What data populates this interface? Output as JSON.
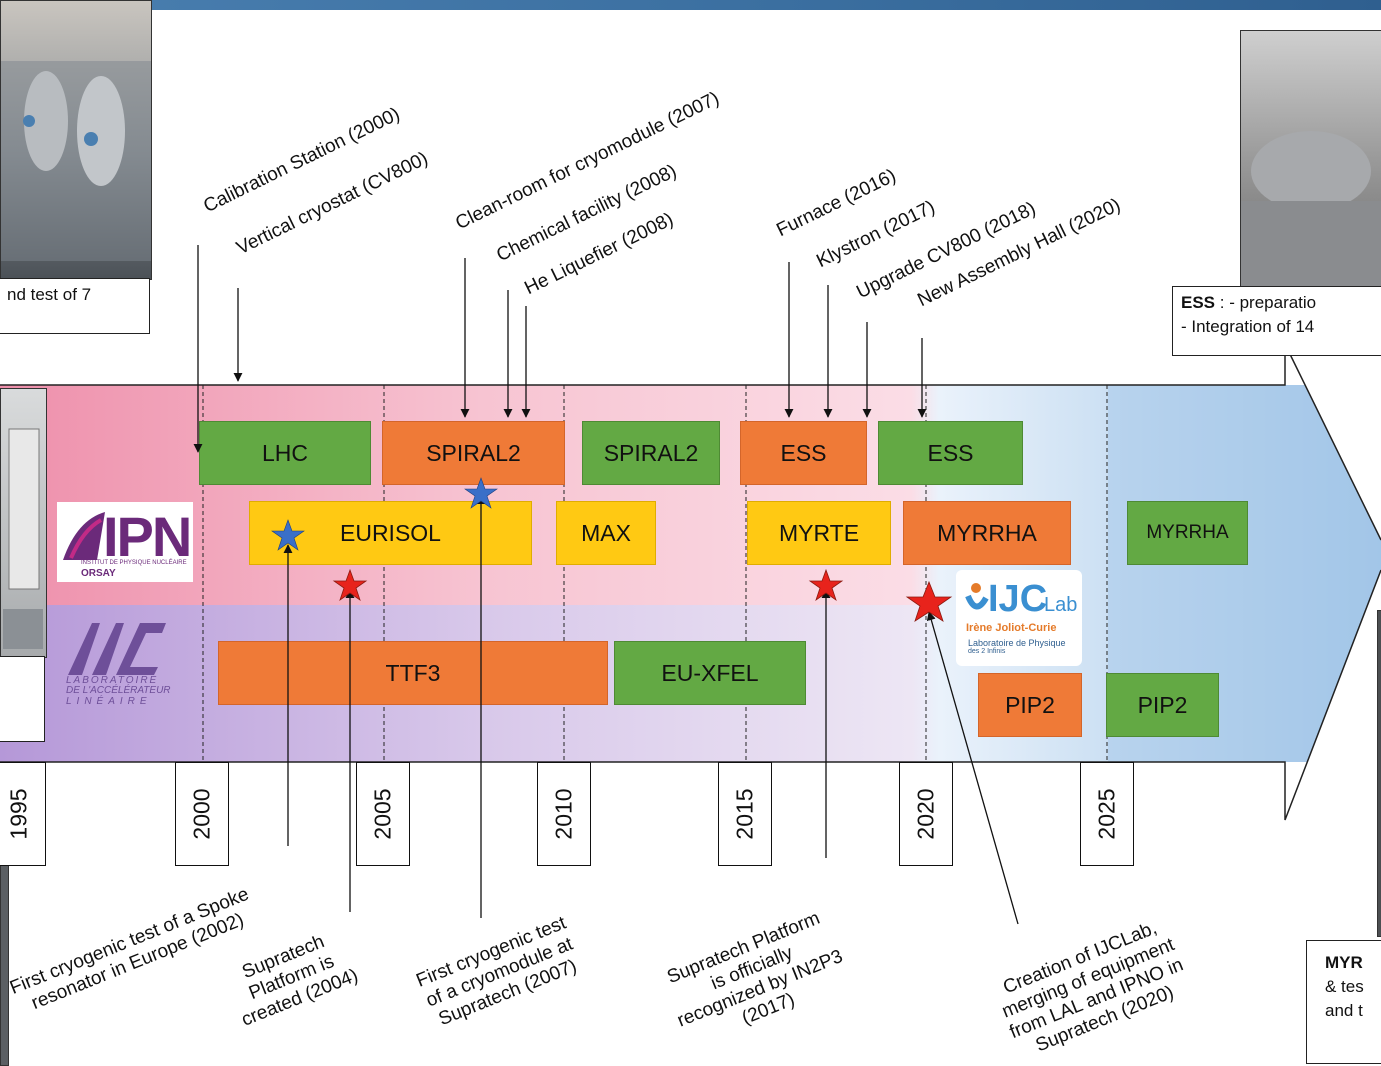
{
  "timeline": {
    "years": [
      "1995",
      "2000",
      "2005",
      "2010",
      "2015",
      "2020",
      "2025"
    ],
    "projects": {
      "lhc": "LHC",
      "spiral2_a": "SPIRAL2",
      "spiral2_b": "SPIRAL2",
      "ess_a": "ESS",
      "ess_b": "ESS",
      "eurisol": "EURISOL",
      "max": "MAX",
      "myrte": "MYRTE",
      "myrrha_a": "MYRRHA",
      "myrrha_b": "MYRRHA",
      "ttf3": "TTF3",
      "euxfel": "EU-XFEL",
      "pip2_a": "PIP2",
      "pip2_b": "PIP2"
    }
  },
  "top_events": [
    "Calibration Station (2000)",
    "Vertical cryostat (CV800)",
    "Clean-room for cryomodule (2007)",
    "Chemical facility (2008)",
    "He Liquefier (2008)",
    "Furnace (2016)",
    "Klystron (2017)",
    "Upgrade CV800 (2018)",
    "New Assembly Hall (2020)"
  ],
  "bottom_events": {
    "spoke": [
      "First cryogenic test of a Spoke",
      "resonator in Europe (2002)"
    ],
    "platform": [
      "Supratech",
      "Platform is",
      "created (2004)"
    ],
    "cryomodule": [
      "First cryogenic test",
      "of a cryomodule at",
      "Supratech (2007)"
    ],
    "recognized": [
      "Supratech Platform",
      "is officially",
      "recognized by IN2P3",
      "(2017)"
    ],
    "ijclab": [
      "Creation of IJCLab,",
      "merging of equipment",
      "from LAL and IPNO in",
      "Supratech (2020)"
    ]
  },
  "captions": {
    "top_left": "nd test of 7",
    "ess_bold": "ESS",
    "ess_line1": " : - preparatio",
    "ess_line2": "- Integration of 14",
    "myrrha_bold": "MYR",
    "myrrha_line2": "& tes",
    "myrrha_line3": "and t"
  },
  "logos": {
    "ipn_main": "IPN",
    "ipn_sub": "INSTITUT DE PHYSIQUE NUCLÉAIRE",
    "ipn_orsay": "ORSAY",
    "lal_line1": "LABORATOIRE",
    "lal_line2": "DE L'ACCÉLÉRATEUR",
    "lal_line3": "LINÉAIRE",
    "ijclab_main": "IJC",
    "ijclab_lab": "Lab",
    "ijclab_name": "Irène Joliot-Curie",
    "ijclab_sub1": "Laboratoire de Physique",
    "ijclab_sub2": "des 2 Infinis"
  },
  "colors": {
    "green": "#63a944",
    "orange": "#ef7a37",
    "yellow": "#ffc913",
    "arrow_blue": "#9cc3e6",
    "star_red": "#e8231c",
    "star_blue": "#3a6fc8"
  }
}
